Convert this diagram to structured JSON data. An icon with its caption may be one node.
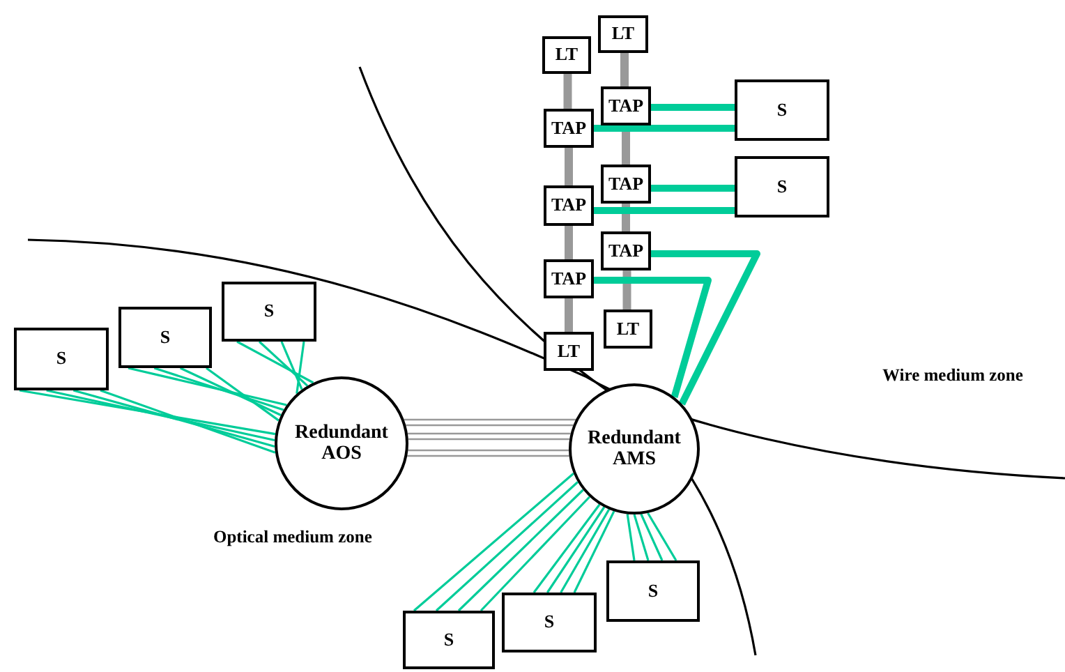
{
  "diagram": {
    "nodes": [
      {
        "text": [
          "LT"
        ]
      },
      {
        "text": [
          "LT"
        ]
      },
      {
        "text": [
          "TAP"
        ]
      },
      {
        "text": [
          "S"
        ]
      },
      {
        "text": [
          "TAP"
        ]
      },
      {
        "text": [
          "TAP"
        ]
      },
      {
        "text": [
          "S"
        ]
      },
      {
        "text": [
          "TAP"
        ]
      },
      {
        "text": [
          "TAP"
        ]
      },
      {
        "text": [
          "TAP"
        ]
      },
      {
        "text": [
          "LT"
        ]
      },
      {
        "text": [
          "LT"
        ]
      },
      {
        "text": [
          "S"
        ]
      },
      {
        "text": [
          "S"
        ]
      },
      {
        "text": [
          "S"
        ]
      },
      {
        "text": [
          "Redundant AOS"
        ]
      },
      {
        "text": [
          "Redundant AMS"
        ]
      },
      {
        "text": [
          "S"
        ]
      },
      {
        "text": [
          "S"
        ]
      },
      {
        "text": [
          "S"
        ]
      }
    ],
    "edges": [
      {
        "from": 0,
        "to": 2,
        "arrow": "none",
        "style": "thick",
        "color": "#999999"
      },
      {
        "from": 2,
        "to": 5,
        "arrow": "none",
        "style": "thick",
        "color": "#999999"
      },
      {
        "from": 5,
        "to": 8,
        "arrow": "none",
        "style": "thick",
        "color": "#999999"
      },
      {
        "from": 8,
        "to": 10,
        "arrow": "none",
        "style": "thick",
        "color": "#999999"
      },
      {
        "from": 1,
        "to": 4,
        "arrow": "none",
        "style": "thick",
        "color": "#999999"
      },
      {
        "from": 4,
        "to": 7,
        "arrow": "none",
        "style": "thick",
        "color": "#999999"
      },
      {
        "from": 7,
        "to": 9,
        "arrow": "none",
        "style": "thick",
        "color": "#999999"
      },
      {
        "from": 9,
        "to": 11,
        "arrow": "none",
        "style": "thick",
        "color": "#999999"
      },
      {
        "from": 2,
        "to": 3,
        "arrow": "none",
        "style": "thick",
        "color": "#00cc99"
      },
      {
        "from": 4,
        "to": 3,
        "arrow": "none",
        "style": "thick",
        "color": "#00cc99"
      },
      {
        "from": 5,
        "to": 6,
        "arrow": "none",
        "style": "thick",
        "color": "#00cc99"
      },
      {
        "from": 7,
        "to": 6,
        "arrow": "none",
        "style": "thick",
        "color": "#00cc99"
      },
      {
        "from": 8,
        "to": 16,
        "arrow": "none",
        "style": "thick",
        "color": "#00cc99"
      },
      {
        "from": 9,
        "to": 16,
        "arrow": "none",
        "style": "thick",
        "color": "#00cc99"
      },
      {
        "from": 12,
        "to": 15,
        "arrow": "none",
        "color": "#00cc99"
      },
      {
        "from": 12,
        "to": 15,
        "arrow": "none",
        "color": "#00cc99"
      },
      {
        "from": 12,
        "to": 15,
        "arrow": "none",
        "color": "#00cc99"
      },
      {
        "from": 12,
        "to": 15,
        "arrow": "none",
        "color": "#00cc99"
      },
      {
        "from": 13,
        "to": 15,
        "arrow": "none",
        "color": "#00cc99"
      },
      {
        "from": 13,
        "to": 15,
        "arrow": "none",
        "color": "#00cc99"
      },
      {
        "from": 13,
        "to": 15,
        "arrow": "none",
        "color": "#00cc99"
      },
      {
        "from": 13,
        "to": 15,
        "arrow": "none",
        "color": "#00cc99"
      },
      {
        "from": 14,
        "to": 15,
        "arrow": "none",
        "color": "#00cc99"
      },
      {
        "from": 14,
        "to": 15,
        "arrow": "none",
        "color": "#00cc99"
      },
      {
        "from": 14,
        "to": 15,
        "arrow": "none",
        "color": "#00cc99"
      },
      {
        "from": 14,
        "to": 15,
        "arrow": "none",
        "color": "#00cc99"
      },
      {
        "from": 15,
        "to": 16,
        "arrow": "none",
        "color": "#999999"
      },
      {
        "from": 15,
        "to": 16,
        "arrow": "none",
        "color": "#999999"
      },
      {
        "from": 15,
        "to": 16,
        "arrow": "none",
        "color": "#999999"
      },
      {
        "from": 19,
        "to": 16,
        "arrow": "none",
        "color": "#00cc99"
      },
      {
        "from": 19,
        "to": 16,
        "arrow": "none",
        "color": "#00cc99"
      },
      {
        "from": 19,
        "to": 16,
        "arrow": "none",
        "color": "#00cc99"
      },
      {
        "from": 19,
        "to": 16,
        "arrow": "none",
        "color": "#00cc99"
      },
      {
        "from": 18,
        "to": 16,
        "arrow": "none",
        "color": "#00cc99"
      },
      {
        "from": 18,
        "to": 16,
        "arrow": "none",
        "color": "#00cc99"
      },
      {
        "from": 18,
        "to": 16,
        "arrow": "none",
        "color": "#00cc99"
      },
      {
        "from": 18,
        "to": 16,
        "arrow": "none",
        "color": "#00cc99"
      },
      {
        "from": 17,
        "to": 16,
        "arrow": "none",
        "color": "#00cc99"
      },
      {
        "from": 17,
        "to": 16,
        "arrow": "none",
        "color": "#00cc99"
      },
      {
        "from": 17,
        "to": 16,
        "arrow": "none",
        "color": "#00cc99"
      },
      {
        "from": 17,
        "to": 16,
        "arrow": "none",
        "color": "#00cc99"
      }
    ],
    "labels": [
      "Wire medium zone",
      "Optical medium zone"
    ]
  }
}
